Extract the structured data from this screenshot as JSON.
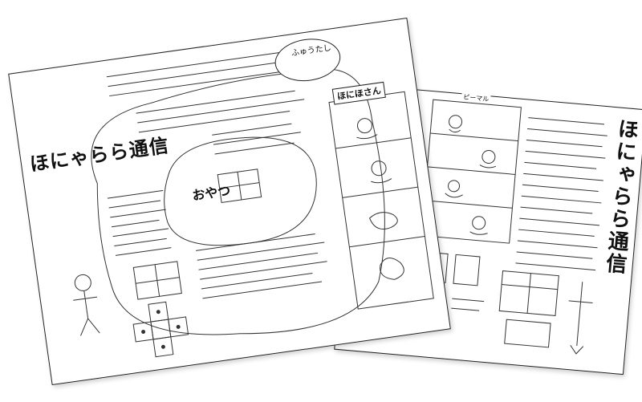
{
  "front": {
    "title": "ほにゃらら通信",
    "featured_title": "おやつ",
    "corner_title": "ふゅうたし",
    "comic_title": "ほにほさん"
  },
  "back": {
    "title": "ほにゃらら通信",
    "strip_title": "ピーマル"
  }
}
